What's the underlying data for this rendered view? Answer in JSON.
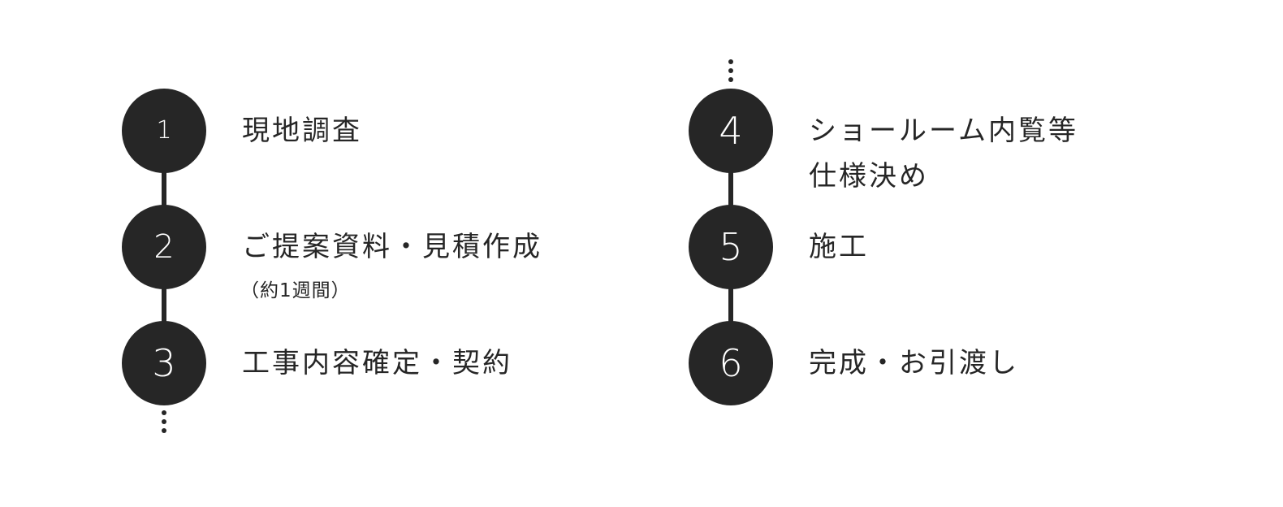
{
  "steps_left": [
    {
      "number": "1",
      "label": "現地調査"
    },
    {
      "number": "2",
      "label": "ご提案資料・見積作成",
      "note": "（約1週間）"
    },
    {
      "number": "3",
      "label": "工事内容確定・契約"
    }
  ],
  "steps_right": [
    {
      "number": "4",
      "label_line1": "ショールーム内覧等",
      "label_line2": "仕様決め"
    },
    {
      "number": "5",
      "label": "施工"
    },
    {
      "number": "6",
      "label": "完成・お引渡し"
    }
  ],
  "colors": {
    "circle": "#262626",
    "text": "#262626",
    "background": "#ffffff"
  }
}
